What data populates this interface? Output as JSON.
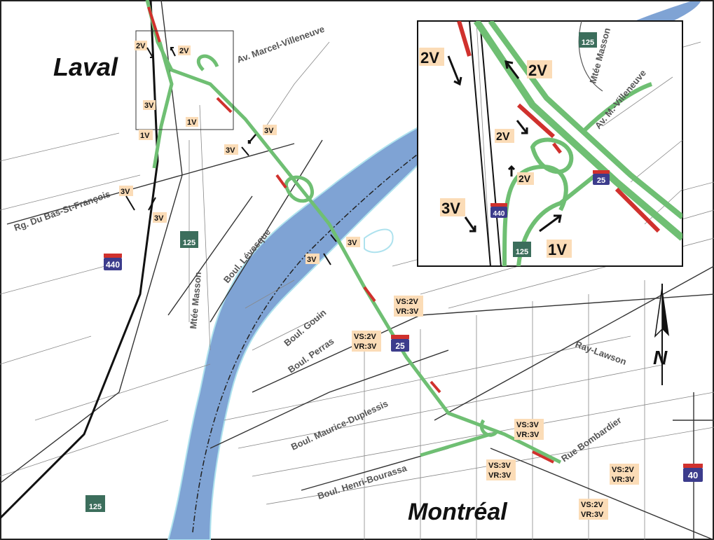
{
  "regions": {
    "north": "Laval",
    "south": "Montréal"
  },
  "roads": {
    "marcel_villeneuve": "Av. Marcel-Villeneuve",
    "bas_st_francois": "Rg. Du Bas-St-François",
    "mtee_masson": "Mtée Masson",
    "levesque": "Boul. Lévesque",
    "gouin": "Boul. Gouin",
    "perras": "Boul. Perras",
    "maurice_duplessis": "Boul. Maurice-Duplessis",
    "henri_bourassa": "Boul. Henri-Bourassa",
    "bombardier": "Rue Bombardier",
    "ray_lawson": "Ray-Lawson"
  },
  "inset_roads": {
    "mtee_masson": "Mtée Masson",
    "m_villeneuve": "Av. M.-Villeneuve"
  },
  "shields": {
    "a440": "440",
    "a25": "25",
    "a40": "40",
    "r125": "125"
  },
  "lanes": {
    "l2v": "2V",
    "l3v": "3V",
    "l1v": "1V",
    "vs2v": "VS:2V",
    "vr3v": "VR:3V",
    "vs3v": "VS:3V"
  },
  "north_arrow": "N",
  "colors": {
    "water": "#7fa3d4",
    "highway": "#6fbf73",
    "closure": "#d0312d",
    "label_bg": "#fbdcb7"
  }
}
